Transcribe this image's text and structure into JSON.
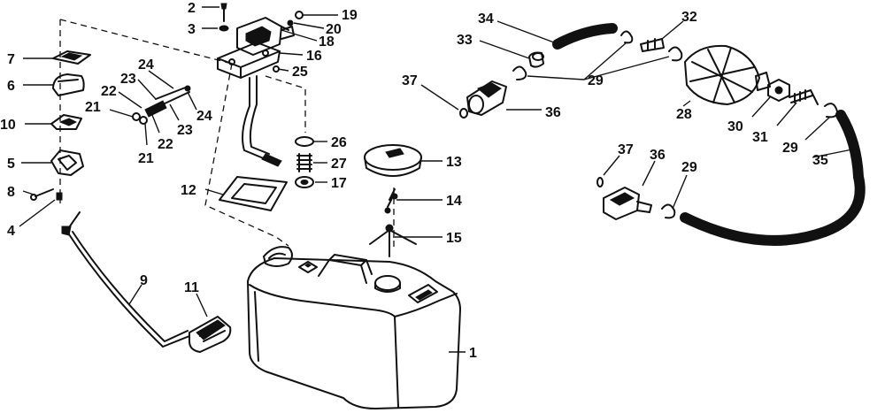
{
  "diagram": {
    "callouts": [
      {
        "id": "c1",
        "text": "1"
      },
      {
        "id": "c2",
        "text": "2"
      },
      {
        "id": "c3",
        "text": "3"
      },
      {
        "id": "c4",
        "text": "4"
      },
      {
        "id": "c5",
        "text": "5"
      },
      {
        "id": "c6",
        "text": "6"
      },
      {
        "id": "c7",
        "text": "7"
      },
      {
        "id": "c8",
        "text": "8"
      },
      {
        "id": "c9",
        "text": "9"
      },
      {
        "id": "c10",
        "text": "10"
      },
      {
        "id": "c11",
        "text": "11"
      },
      {
        "id": "c12",
        "text": "12"
      },
      {
        "id": "c13",
        "text": "13"
      },
      {
        "id": "c14",
        "text": "14"
      },
      {
        "id": "c15",
        "text": "15"
      },
      {
        "id": "c16",
        "text": "16"
      },
      {
        "id": "c17",
        "text": "17"
      },
      {
        "id": "c18",
        "text": "18"
      },
      {
        "id": "c19",
        "text": "19"
      },
      {
        "id": "c20",
        "text": "20"
      },
      {
        "id": "c21a",
        "text": "21"
      },
      {
        "id": "c21b",
        "text": "21"
      },
      {
        "id": "c22a",
        "text": "22"
      },
      {
        "id": "c22b",
        "text": "22"
      },
      {
        "id": "c23a",
        "text": "23"
      },
      {
        "id": "c23b",
        "text": "23"
      },
      {
        "id": "c24a",
        "text": "24"
      },
      {
        "id": "c24b",
        "text": "24"
      },
      {
        "id": "c25",
        "text": "25"
      },
      {
        "id": "c26",
        "text": "26"
      },
      {
        "id": "c27",
        "text": "27"
      },
      {
        "id": "c28",
        "text": "28"
      },
      {
        "id": "c29a",
        "text": "29"
      },
      {
        "id": "c29b",
        "text": "29"
      },
      {
        "id": "c29c",
        "text": "29"
      },
      {
        "id": "c30",
        "text": "30"
      },
      {
        "id": "c31",
        "text": "31"
      },
      {
        "id": "c32",
        "text": "32"
      },
      {
        "id": "c33",
        "text": "33"
      },
      {
        "id": "c34",
        "text": "34"
      },
      {
        "id": "c35",
        "text": "35"
      },
      {
        "id": "c36a",
        "text": "36"
      },
      {
        "id": "c36b",
        "text": "36"
      },
      {
        "id": "c37a",
        "text": "37"
      },
      {
        "id": "c37b",
        "text": "37"
      }
    ]
  }
}
